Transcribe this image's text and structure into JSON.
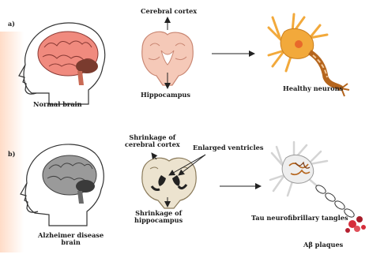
{
  "panel_a": {
    "letter": "a)",
    "normal_brain": "Normal brain",
    "cerebral_cortex": "Cerebral cortex",
    "hippocampus": "Hippocampus",
    "healthy_neurons": "Healthy neurons"
  },
  "panel_b": {
    "letter": "b)",
    "ad_brain_line1": "Alzheimer disease",
    "ad_brain_line2": "brain",
    "shrink_cortex_line1": "Shrinkage of",
    "shrink_cortex_line2": "cerebral cortex",
    "enlarged_ventricles": "Enlarged ventricles",
    "shrink_hippo_line1": "Shrinkage of",
    "shrink_hippo_line2": "hippocampus",
    "tau": "Tau neurofibrillary tangles",
    "abeta": "Aβ plaques"
  },
  "colors": {
    "normal_brain": "#f08a7e",
    "cross_section": "#f5c9b8",
    "neuron": "#f2a93b",
    "axon": "#b5651d",
    "ad_brain": "#9a9a9a",
    "ad_section": "#ece3cf",
    "plaque": "#d62d3a"
  }
}
